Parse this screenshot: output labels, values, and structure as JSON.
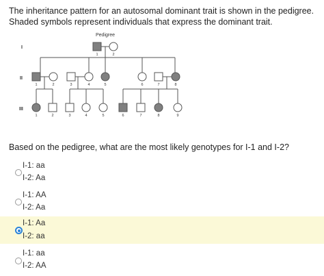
{
  "question": {
    "text": "The inheritance pattern for an autosomal dominant trait is shown in the pedigree. Shaded symbols represent individuals that express the dominant trait."
  },
  "pedigree": {
    "title": "Pedigree",
    "generations": [
      "I",
      "II",
      "III"
    ],
    "gen1_numbers": [
      "1",
      "2"
    ],
    "gen2_numbers": [
      "1",
      "2",
      "3",
      "4",
      "5",
      "6",
      "7",
      "8"
    ],
    "gen3_numbers": [
      "1",
      "2",
      "3",
      "4",
      "5",
      "6",
      "7",
      "8",
      "9"
    ]
  },
  "prompt": "Based on the pedigree, what are the most likely genotypes for I-1 and I-2?",
  "options": [
    {
      "line1": "I-1: aa",
      "line2": "I-2: Aa",
      "selected": false
    },
    {
      "line1": "I-1: AA",
      "line2": "I-2: Aa",
      "selected": false
    },
    {
      "line1": "I-1: Aa",
      "line2": "I-2: aa",
      "selected": true
    },
    {
      "line1": "I-1: aa",
      "line2": "I-2: AA",
      "selected": false
    }
  ],
  "colors": {
    "affected": "#808080",
    "selected_bg": "#fbf9d7",
    "radio_accent": "#2a84d9"
  }
}
